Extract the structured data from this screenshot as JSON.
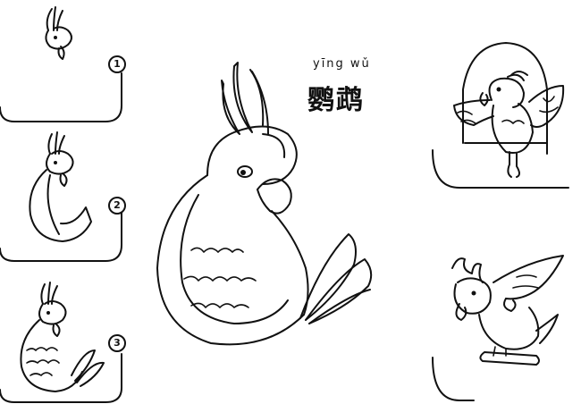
{
  "title": {
    "pinyin": "yīng  wǔ",
    "hanzi": "鹦鹉"
  },
  "steps": [
    {
      "number": "1"
    },
    {
      "number": "2"
    },
    {
      "number": "3"
    }
  ],
  "colors": {
    "ink": "#111111",
    "paper": "#ffffff"
  }
}
